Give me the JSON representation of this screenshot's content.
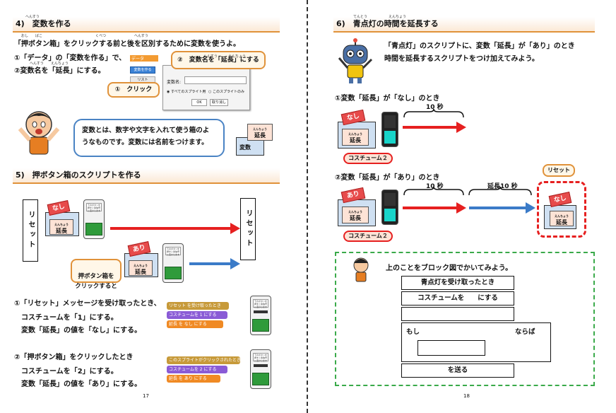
{
  "left_page": {
    "section4": {
      "title": "4)　変数を作る",
      "ruby_hensu": "へんすう",
      "intro": "「押ボタン箱」をクリックする前と後を区別するために変数を使うよ。",
      "ruby_intro": "おし　　ばこ　　　　　　　　　　　　　　　くべつ　　　　　　　　へんすう",
      "step1": "①「データ」の「変数を作る」で、",
      "step2": "②変数名を「延長」にする。",
      "ruby_step2": "へんすう　　えんちょう",
      "callout_click": "①　クリック",
      "callout_name": "②　変数名を「延長」にする",
      "ruby_callout_name": "へんすう　　　えんちょう",
      "dialog_label": "変数名:",
      "dialog_opt1": "すべてのスプライト用",
      "dialog_opt2": "このスプライトのみ",
      "dialog_ok": "OK",
      "dialog_cancel": "取り消し",
      "palette_data": "データ",
      "palette_make": "変数を作る",
      "palette_list": "リスト",
      "bubble_line1": "変数とは、数字や文字を入れて使う箱のよ",
      "bubble_line2": "うなものです。変数には名前をつけます。",
      "box_label": "延長",
      "box_ruby": "えんちょう",
      "box_bottom": "変数"
    },
    "section5": {
      "title": "5)　押ボタン箱のスクリプトを作る",
      "reset_left": "リセット",
      "reset_right": "リセット",
      "tag_nashi": "なし",
      "tag_ari": "あり",
      "paper_label": "延長",
      "paper_ruby": "えんちょう",
      "callout_press": "押ボタン箱を\nクリックすると",
      "sig_text": "下のボタンを押すと青信号に変わります",
      "item1_line1": "①「リセット」メッセージを受け取ったとき、",
      "item1_line2": "コスチュームを「1」にする。",
      "item1_line3": "変数「延長」の値を「なし」にする。",
      "item2_line1": "②「押ボタン箱」をクリックしたとき",
      "item2_line2": "コスチュームを「2」にする。",
      "item2_line3": "変数「延長」の値を「あり」にする。",
      "script1_row1": "リセット を受け取ったとき",
      "script1_row2": "コスチュームを 1 にする",
      "script1_row3": "延長 を なし にする",
      "script2_row1": "このスプライトがクリックされたとき",
      "script2_row2": "コスチュームを 2 にする",
      "script2_row3": "延長 を あり にする"
    },
    "page_number": "17"
  },
  "right_page": {
    "section6": {
      "title": "6)　青点灯の時間を延長する",
      "ruby_title": "てんとう　　　　　　えんちょう",
      "intro_line1": "「青点灯」のスクリプトに、変数「延長」が「あり」のとき",
      "intro_line2": "時間を延長するスクリプトをつけ加えてみよう。",
      "case1": "①変数「延長」が「なし」のとき",
      "case2": "②変数「延長」が「あり」のとき",
      "ten_sec": "10 秒",
      "ext_ten_sec": "延長10 秒",
      "tag_nashi": "なし",
      "tag_ari": "あり",
      "paper_label": "延長",
      "paper_ruby": "えんちょう",
      "costume2": "コスチューム２",
      "reset_label": "リセット",
      "block_intro": "上のことをブロック図でかいてみよう。",
      "flow_row1": "青点灯を受け取ったとき",
      "flow_row2": "コスチュームを　　にする",
      "flow_if": "もし",
      "flow_naraba": "ならば",
      "flow_send": "を送る"
    },
    "page_number": "18"
  },
  "colors": {
    "accent_orange": "#e0923a",
    "arrow_red": "#e62020",
    "arrow_blue": "#3b7bc8",
    "signal_green": "#2f9b3b",
    "dashed_green": "#3aaa4a",
    "reset_red": "#e62020"
  }
}
